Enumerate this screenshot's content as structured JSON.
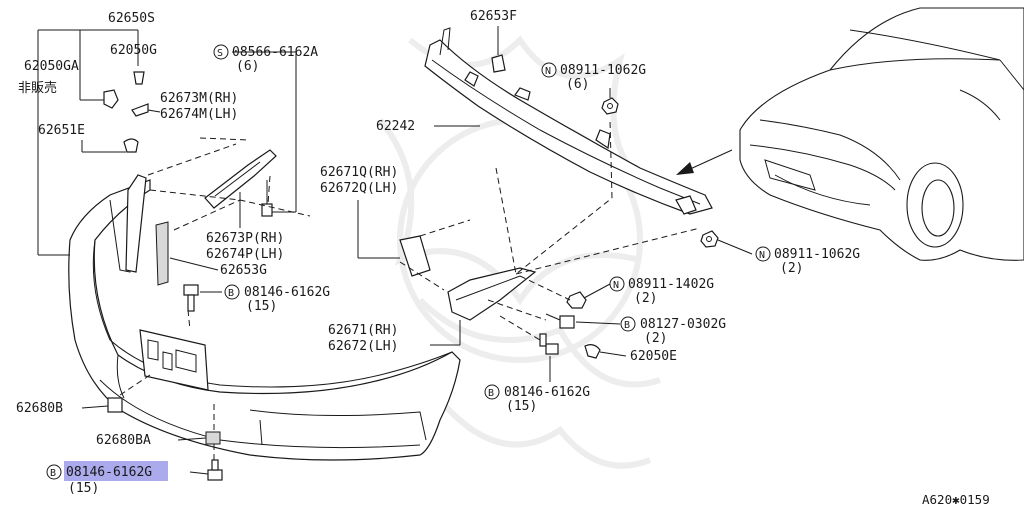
{
  "diagram": {
    "ref_code": "A620✱0159",
    "not_for_sale": "非販売",
    "labels": {
      "p62650S": "62650S",
      "p62050G": "62050G",
      "p62050GA": "62050GA",
      "p62651E": "62651E",
      "p62673M": "62673M(RH)",
      "p62674M": "62674M(LH)",
      "s08566": "08566-6162A",
      "s08566_q": "(6)",
      "p62653F": "62653F",
      "n08911a": "08911-1062G",
      "n08911a_q": "(6)",
      "p62242": "62242",
      "p62671Q": "62671Q(RH)",
      "p62672Q": "62672Q(LH)",
      "p62673P": "62673P(RH)",
      "p62674P": "62674P(LH)",
      "p62653G": "62653G",
      "n08911b": "08911-1062G",
      "n08911b_q": "(2)",
      "b08146a": "08146-6162G",
      "b08146a_q": "(15)",
      "n08911c": "08911-1402G",
      "n08911c_q": "(2)",
      "b08127": "08127-0302G",
      "b08127_q": "(2)",
      "p62671": "62671(RH)",
      "p62672": "62672(LH)",
      "p62050E": "62050E",
      "b08146b": "08146-6162G",
      "b08146b_q": "(15)",
      "p62680B": "62680B",
      "p62680BA": "62680BA",
      "b08146c": "08146-6162G",
      "b08146c_q": "(15)"
    },
    "symbols": {
      "S": "S",
      "N": "N",
      "B": "B"
    },
    "highlight_color": "#8e8ee6"
  }
}
